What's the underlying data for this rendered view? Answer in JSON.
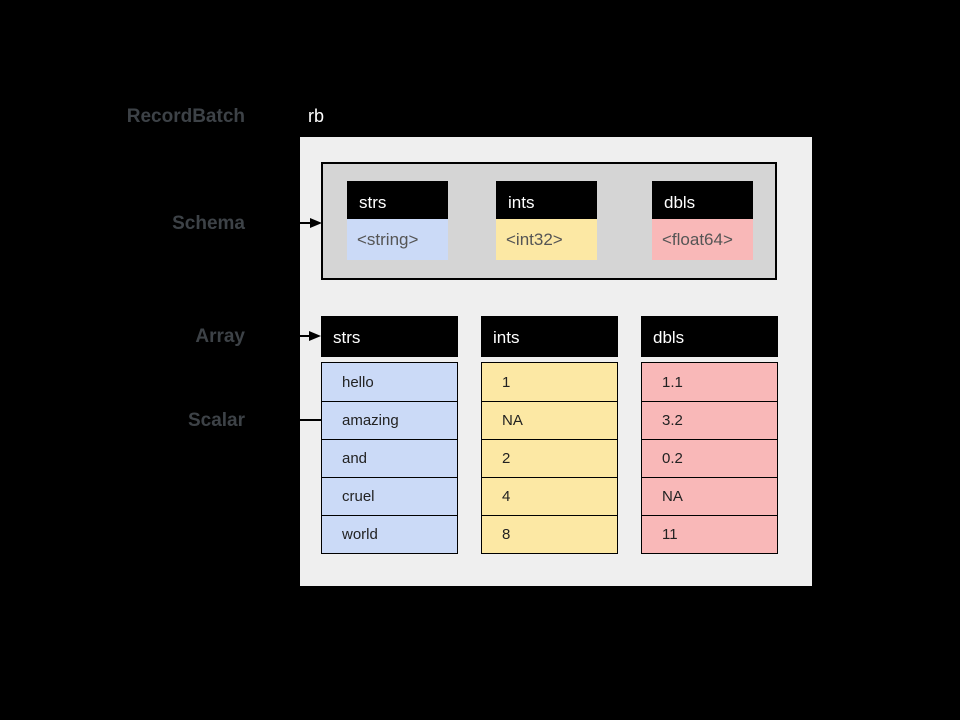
{
  "colors": {
    "background": "#000000",
    "outer_box": "#efefef",
    "schema_box": "#d5d5d5",
    "header_bg": "#000000",
    "header_text": "#ffffff",
    "label_text": "#3d4247",
    "type_text": "#555555",
    "cell_text": "#222222",
    "arrow": "#000000",
    "blue": "#cbdaf7",
    "yellow": "#fce8a4",
    "pink": "#f9b8b8"
  },
  "labels": {
    "recordbatch": "RecordBatch",
    "schema": "Schema",
    "array": "Array",
    "scalar": "Scalar"
  },
  "diagram": {
    "instance_label": "rb",
    "schema": {
      "fields": [
        {
          "name": "strs",
          "type": "<string>",
          "color": "#cbdaf7"
        },
        {
          "name": "ints",
          "type": "<int32>",
          "color": "#fce8a4"
        },
        {
          "name": "dbls",
          "type": "<float64>",
          "color": "#f9b8b8"
        }
      ]
    },
    "arrays": [
      {
        "name": "strs",
        "color": "#cbdaf7",
        "values": [
          "hello",
          "amazing",
          "and",
          "cruel",
          "world"
        ]
      },
      {
        "name": "ints",
        "color": "#fce8a4",
        "values": [
          "1",
          "NA",
          "2",
          "4",
          "8"
        ]
      },
      {
        "name": "dbls",
        "color": "#f9b8b8",
        "values": [
          "1.1",
          "3.2",
          "0.2",
          "NA",
          "11"
        ]
      }
    ]
  }
}
